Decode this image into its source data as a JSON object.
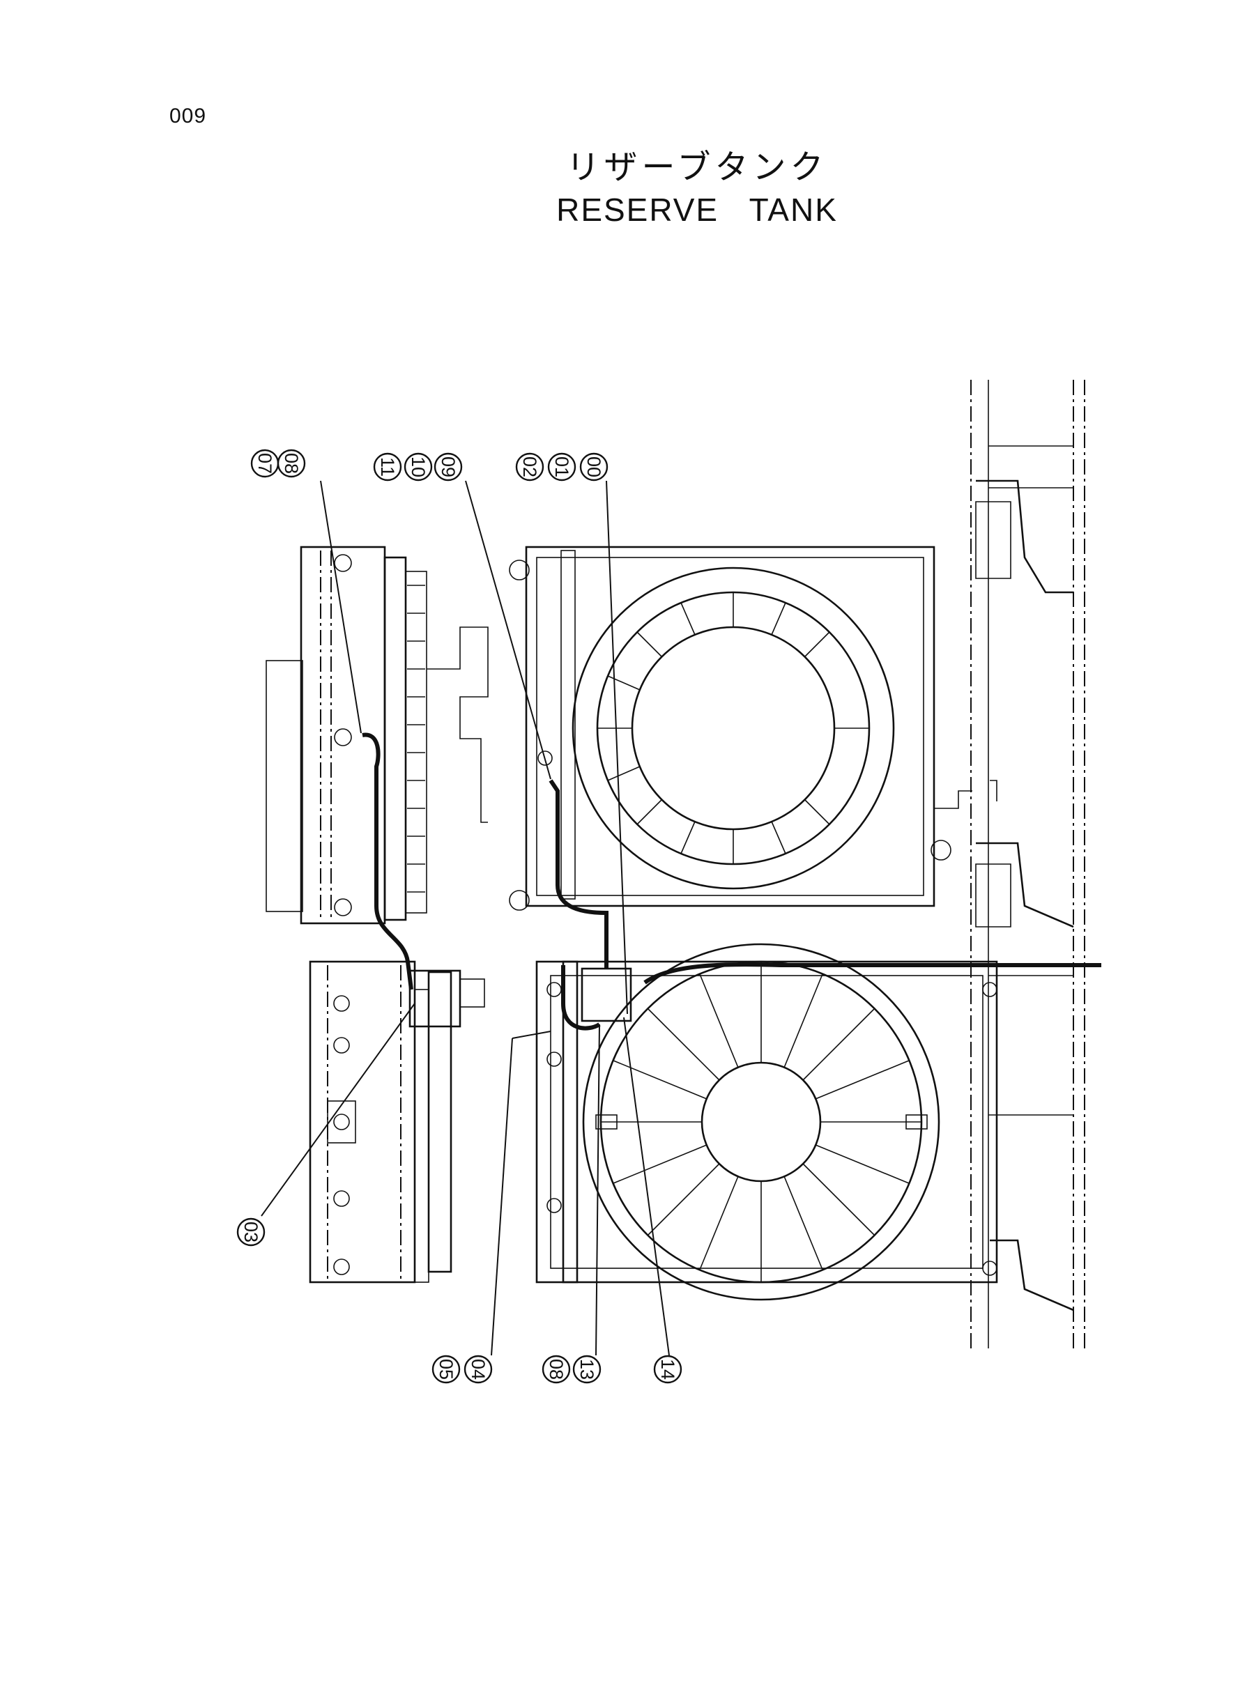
{
  "page_number": "009",
  "title": {
    "japanese": "リザーブタンク",
    "english": "RESERVE   TANK"
  },
  "callouts": {
    "top_left": [
      "07",
      "08"
    ],
    "top_middle": [
      "11",
      "10",
      "09"
    ],
    "top_right": [
      "02",
      "01",
      "00"
    ],
    "left_lower": [
      "03"
    ],
    "bottom_a": [
      "05",
      "04"
    ],
    "bottom_b": [
      "08",
      "13"
    ],
    "bottom_c": [
      "14"
    ]
  }
}
